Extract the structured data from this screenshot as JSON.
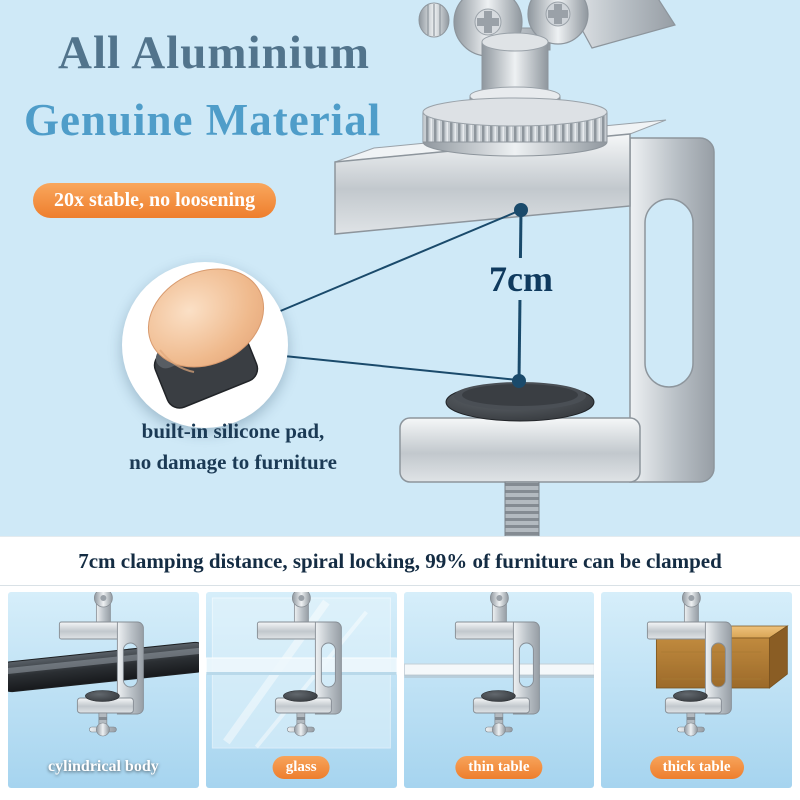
{
  "header": {
    "title_line1": "All Aluminium",
    "title_line2": "Genuine Material",
    "stability_badge": "20x stable, no loosening",
    "measurement_label": "7cm",
    "pad_note_line1": "built-in silicone pad,",
    "pad_note_line2": "no damage to furniture"
  },
  "banner": {
    "text": "7cm clamping distance, spiral locking, 99% of furniture can be clamped"
  },
  "panels": [
    {
      "label": "cylindrical body"
    },
    {
      "label": "glass"
    },
    {
      "label": "thin table"
    },
    {
      "label": "thick table"
    }
  ],
  "colors": {
    "header_bg": "#cfe9f7",
    "accent_orange": "#ee7e2d",
    "navy": "#16324a",
    "title_slate_blue": "#52748c",
    "title_sky_blue": "#4f9dc9",
    "measurement_line": "#1a4a6b",
    "aluminium": "#c2c8cd"
  }
}
